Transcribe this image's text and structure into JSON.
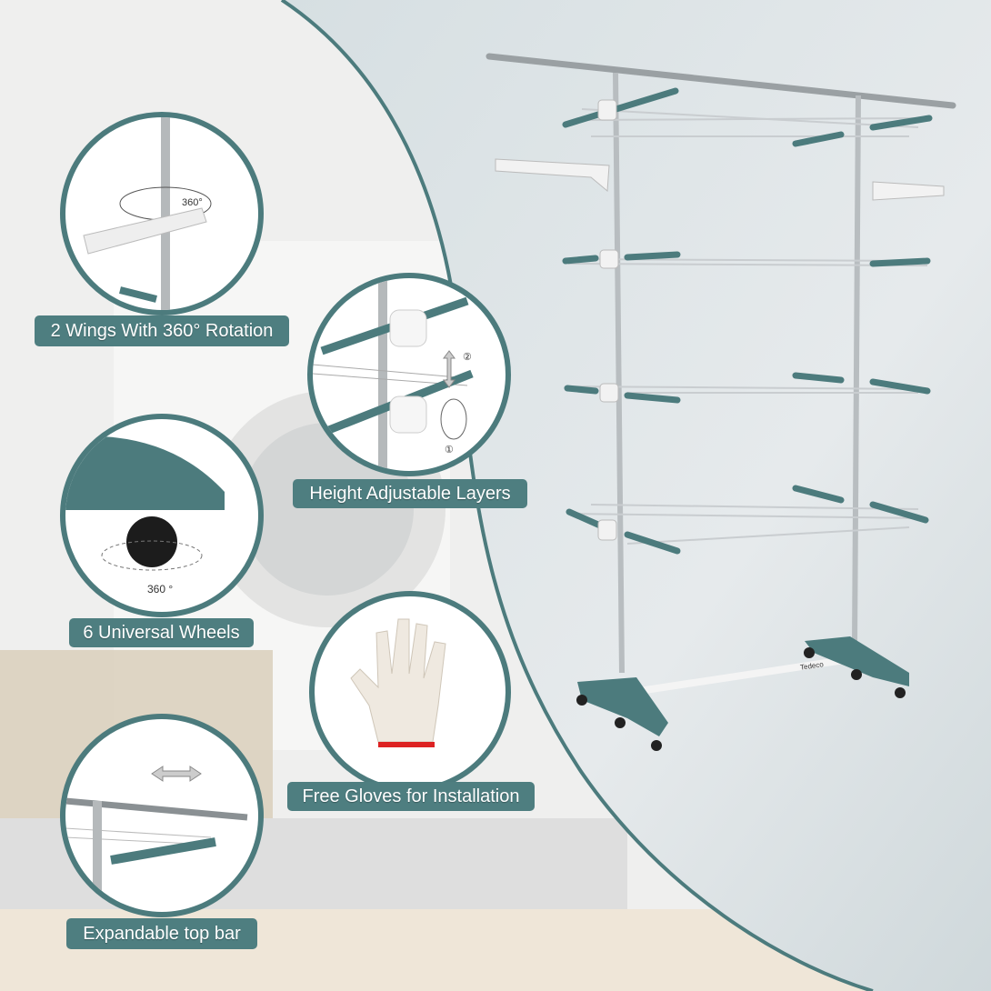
{
  "features": [
    {
      "label": "2 Wings With 360° Rotation",
      "annotation": "360°"
    },
    {
      "label": "Height Adjustable Layers",
      "step_up": "②",
      "step_rotate": "①"
    },
    {
      "label": "6 Universal Wheels",
      "annotation": "360 °"
    },
    {
      "label": "Free Gloves for Installation"
    },
    {
      "label": "Expandable top bar"
    }
  ],
  "product": {
    "brand_mark": "Tedeco"
  },
  "colors": {
    "accent": "#4e7e80",
    "panel": "#dfe5e7",
    "background": "#eceeee"
  }
}
